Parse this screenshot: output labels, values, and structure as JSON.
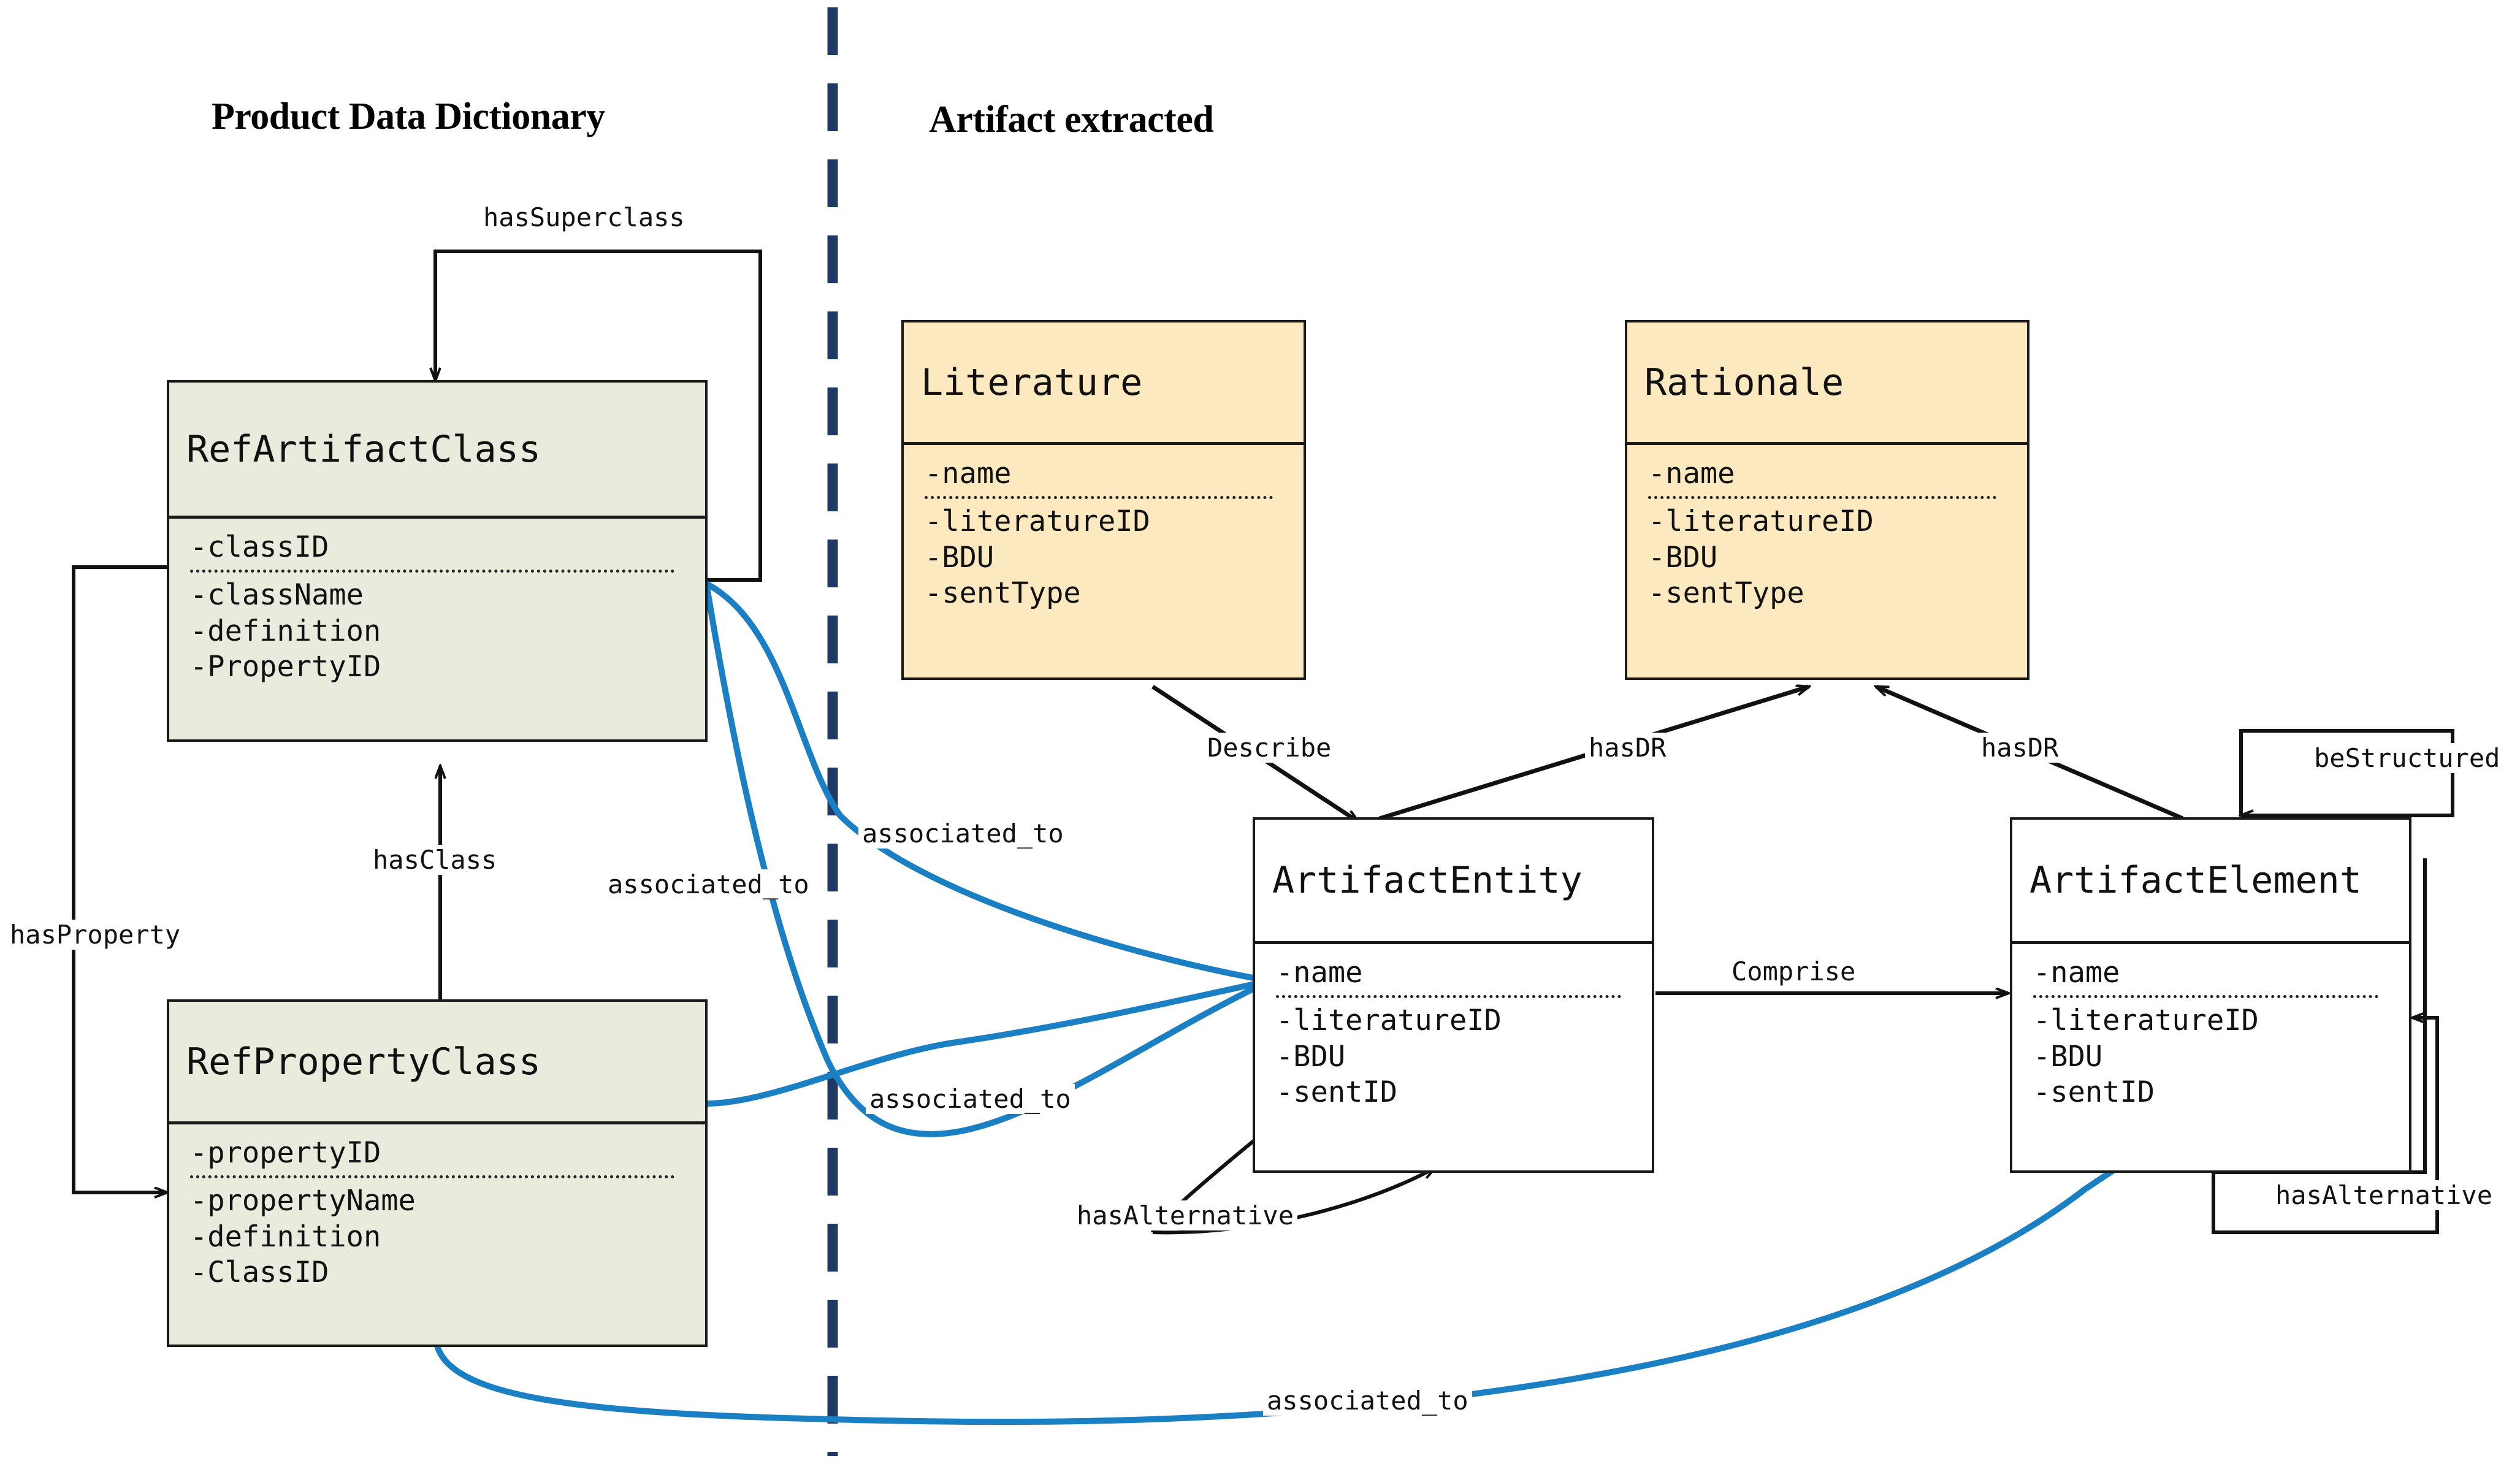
{
  "diagram": {
    "title_left": "Product Data Dictionary",
    "title_right": "Artifact extracted",
    "divider": "vertical-dashed-divider",
    "colors": {
      "dictionary_fill": "#e8ecdc",
      "literature_fill": "#fce9c0",
      "artifact_fill": "#ffffff",
      "stroke": "#1a1a1a",
      "divider": "#1f3864",
      "association_blue": "#1b7fc4"
    }
  },
  "classes": [
    {
      "id": "RefArtifactClass",
      "name": "RefArtifactClass",
      "fill": "dictionary_fill",
      "key_attrs": [
        "-classID"
      ],
      "attrs": [
        "-className",
        "-definition",
        "-PropertyID"
      ]
    },
    {
      "id": "RefPropertyClass",
      "name": "RefPropertyClass",
      "fill": "dictionary_fill",
      "key_attrs": [
        "-propertyID"
      ],
      "attrs": [
        "-propertyName",
        "-definition",
        "-ClassID"
      ]
    },
    {
      "id": "Literature",
      "name": "Literature",
      "fill": "literature_fill",
      "key_attrs": [
        "-name"
      ],
      "attrs": [
        "-literatureID",
        "-BDU",
        "-sentType"
      ]
    },
    {
      "id": "Rationale",
      "name": "Rationale",
      "fill": "literature_fill",
      "key_attrs": [
        "-name"
      ],
      "attrs": [
        "-literatureID",
        "-BDU",
        "-sentType"
      ]
    },
    {
      "id": "ArtifactEntity",
      "name": "ArtifactEntity",
      "fill": "artifact_fill",
      "key_attrs": [
        "-name"
      ],
      "attrs": [
        "-literatureID",
        "-BDU",
        "-sentID"
      ]
    },
    {
      "id": "ArtifactElement",
      "name": "ArtifactElement",
      "fill": "artifact_fill",
      "key_attrs": [
        "-name"
      ],
      "attrs": [
        "-literatureID",
        "-BDU",
        "-sentID"
      ]
    }
  ],
  "relations": [
    {
      "label": "hasSuperclass",
      "from": "RefArtifactClass",
      "to": "RefArtifactClass",
      "style": "black"
    },
    {
      "label": "hasClass",
      "from": "RefPropertyClass",
      "to": "RefArtifactClass",
      "style": "black"
    },
    {
      "label": "hasProperty",
      "from": "RefArtifactClass",
      "to": "RefPropertyClass",
      "style": "black"
    },
    {
      "label": "Describe",
      "from": "Literature",
      "to": "ArtifactEntity",
      "style": "black"
    },
    {
      "label": "hasDR",
      "from": "ArtifactEntity",
      "to": "Rationale",
      "style": "black"
    },
    {
      "label": "hasDR",
      "from": "ArtifactElement",
      "to": "Rationale",
      "style": "black"
    },
    {
      "label": "Comprise",
      "from": "ArtifactEntity",
      "to": "ArtifactElement",
      "style": "black"
    },
    {
      "label": "hasAlternative",
      "from": "ArtifactEntity",
      "to": "ArtifactEntity",
      "style": "black"
    },
    {
      "label": "hasAlternative",
      "from": "ArtifactElement",
      "to": "ArtifactElement",
      "style": "black"
    },
    {
      "label": "beStructured",
      "from": "ArtifactElement",
      "to": "ArtifactElement",
      "style": "black"
    },
    {
      "label": "associated_to",
      "from": "RefArtifactClass",
      "to": "ArtifactEntity",
      "style": "blue"
    },
    {
      "label": "associated_to",
      "from": "RefArtifactClass",
      "to": "ArtifactEntity",
      "style": "blue"
    },
    {
      "label": "associated_to",
      "from": "RefPropertyClass",
      "to": "ArtifactEntity",
      "style": "blue"
    },
    {
      "label": "associated_to",
      "from": "RefPropertyClass",
      "to": "ArtifactElement",
      "style": "blue"
    }
  ],
  "labels": {
    "hasSuperclass": "hasSuperclass",
    "hasClass": "hasClass",
    "hasProperty": "hasProperty",
    "describe": "Describe",
    "hasDR_left": "hasDR",
    "hasDR_right": "hasDR",
    "comprise": "Comprise",
    "beStructured": "beStructured",
    "hasAlternative_entity": "hasAlternative",
    "hasAlternative_element": "hasAlternative",
    "associated_to_1": "associated_to",
    "associated_to_2": "associated_to",
    "associated_to_3": "associated_to",
    "associated_to_4": "associated_to"
  }
}
